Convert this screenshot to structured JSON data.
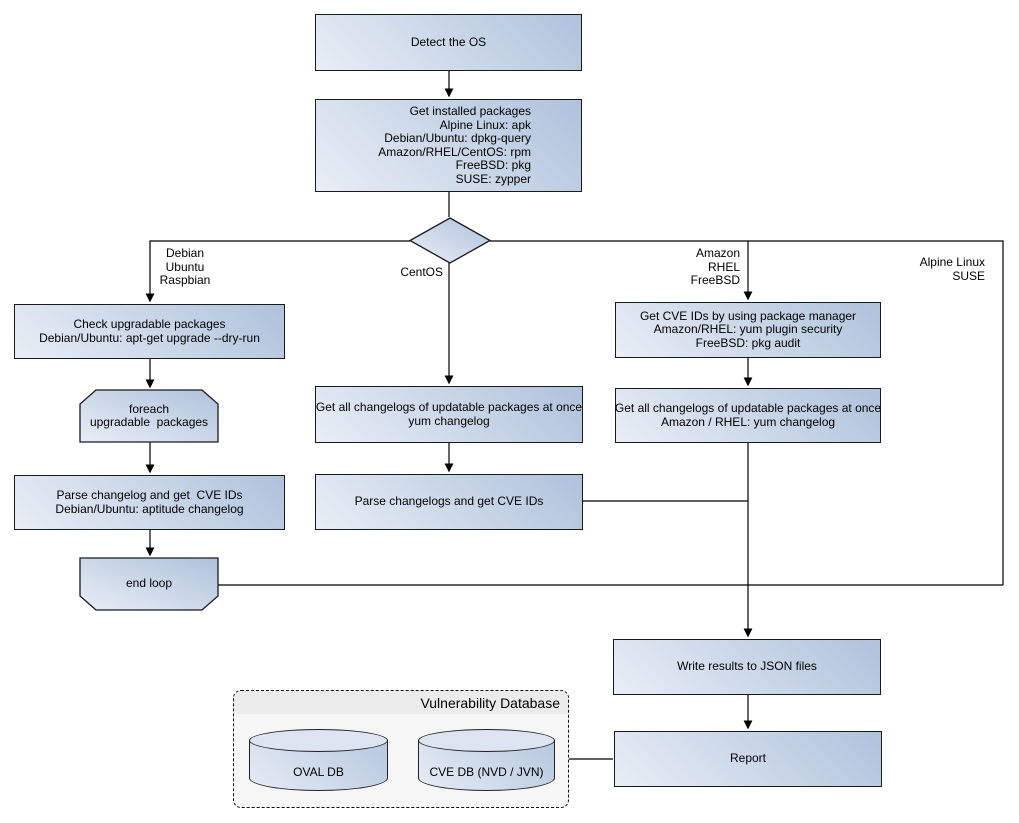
{
  "diagram": {
    "nodes": {
      "detect_os": {
        "label": "Detect the OS"
      },
      "get_installed": {
        "label": "Get installed packages\nAlpine Linux: apk\nDebian/Ubuntu: dpkg-query\nAmazon/RHEL/CentOS: rpm\nFreeBSD: pkg\nSUSE: zypper"
      },
      "check_upgradable": {
        "label": "Check upgradable packages\nDebian/Ubuntu: apt-get upgrade --dry-run"
      },
      "foreach_loop": {
        "label": "foreach\nupgradable  packages"
      },
      "parse_changelog_deb": {
        "label": "Parse changelog and get  CVE IDs\nDebian/Ubuntu: aptitude changelog"
      },
      "end_loop": {
        "label": "end loop"
      },
      "yum_changelog": {
        "label": "Get all changelogs of updatable packages at once\nyum changelog"
      },
      "parse_changelogs_centos": {
        "label": "Parse changelogs and get CVE IDs"
      },
      "get_cve_pkg_mgr": {
        "label": "Get CVE IDs by using package manager\nAmazon/RHEL: yum plugin security\nFreeBSD: pkg audit"
      },
      "amazon_changelog": {
        "label": "Get all changelogs of updatable packages at once\nAmazon / RHEL: yum changelog"
      },
      "write_results": {
        "label": "Write results to JSON files"
      },
      "report": {
        "label": "Report"
      }
    },
    "branch_labels": {
      "debian": "Debian\nUbuntu\nRaspbian",
      "centos": "CentOS",
      "amazon": "Amazon\nRHEL\nFreeBSD",
      "alpine": "Alpine Linux\nSUSE"
    },
    "vulndb": {
      "title": "Vulnerability Database",
      "oval_db": "OVAL DB",
      "cve_db": "CVE DB (NVD / JVN)"
    },
    "colors": {
      "node_gradient_start": "#e9eef6",
      "node_gradient_end": "#afc2dc",
      "node_border": "#1a1a1a",
      "db_panel_bg": "#f6f6f6",
      "db_panel_header": "#ebebeb",
      "connector": "#000000"
    }
  }
}
